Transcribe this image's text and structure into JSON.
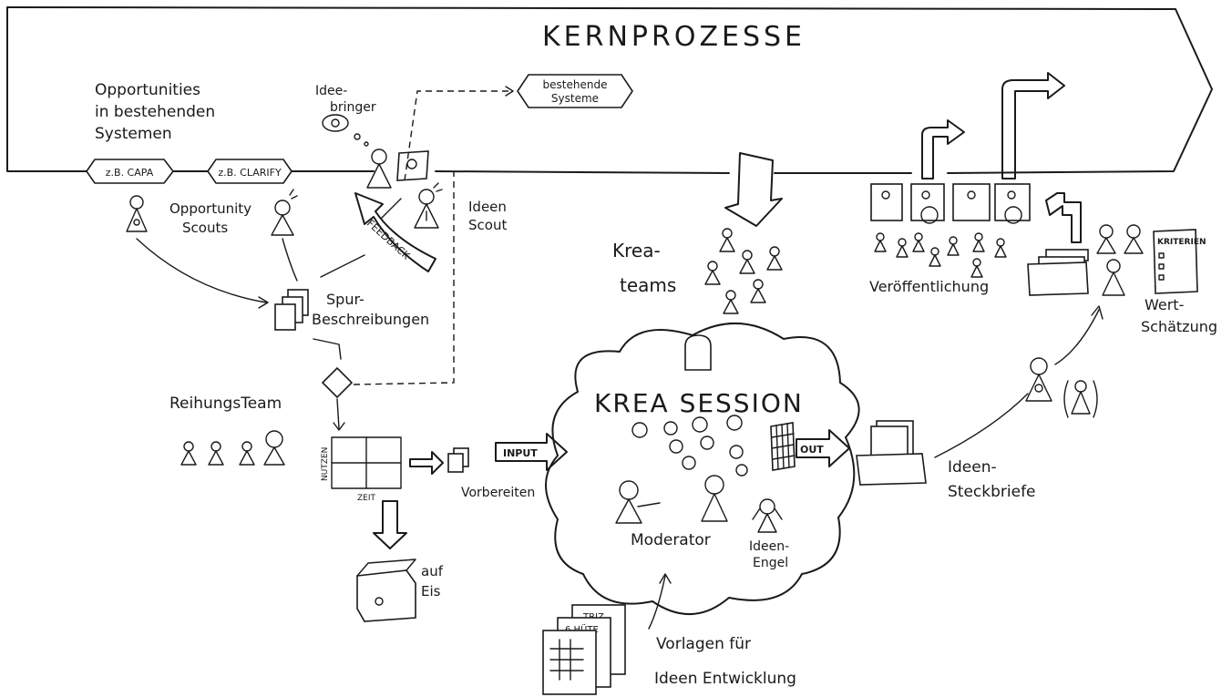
{
  "title": "KERNPROZESSE",
  "opportunities": {
    "heading": [
      "Opportunities",
      "in bestehenden",
      "Systemen"
    ],
    "system_1": "z.B. CAPA",
    "system_2": "z.B. CLARIFY",
    "scouts": [
      "Opportunity",
      "Scouts"
    ]
  },
  "ideas": {
    "bringer": [
      "Idee-",
      "bringer"
    ],
    "existing_systems": [
      "bestehende",
      "Systeme"
    ],
    "scout": [
      "Ideen",
      "Scout"
    ],
    "feedback": "FEEDBACK"
  },
  "track": [
    "Spur-",
    "Beschreibungen"
  ],
  "ranking": {
    "team": "ReihungsTeam",
    "axis_y": "NUTZEN",
    "axis_x": "ZEIT",
    "prepare": "Vorbereiten",
    "ice": [
      "auf",
      "Eis"
    ]
  },
  "session": {
    "title": "KREA SESSION",
    "input": "INPUT",
    "output": "OUT",
    "moderator": "Moderator",
    "angel": [
      "Ideen-",
      "Engel"
    ]
  },
  "templates": {
    "label": [
      "Vorlagen für",
      "Ideen Entwicklung"
    ],
    "sheet_1": "TRIZ",
    "sheet_2": "6 HÜTE"
  },
  "profiles": [
    "Ideen-",
    "Steckbriefe"
  ],
  "krea_teams": [
    "Krea-",
    "teams"
  ],
  "publication": "Veröffentlichung",
  "valuation": {
    "label": [
      "Wert-",
      "Schätzung"
    ],
    "criteria": "KRITERIEN"
  }
}
